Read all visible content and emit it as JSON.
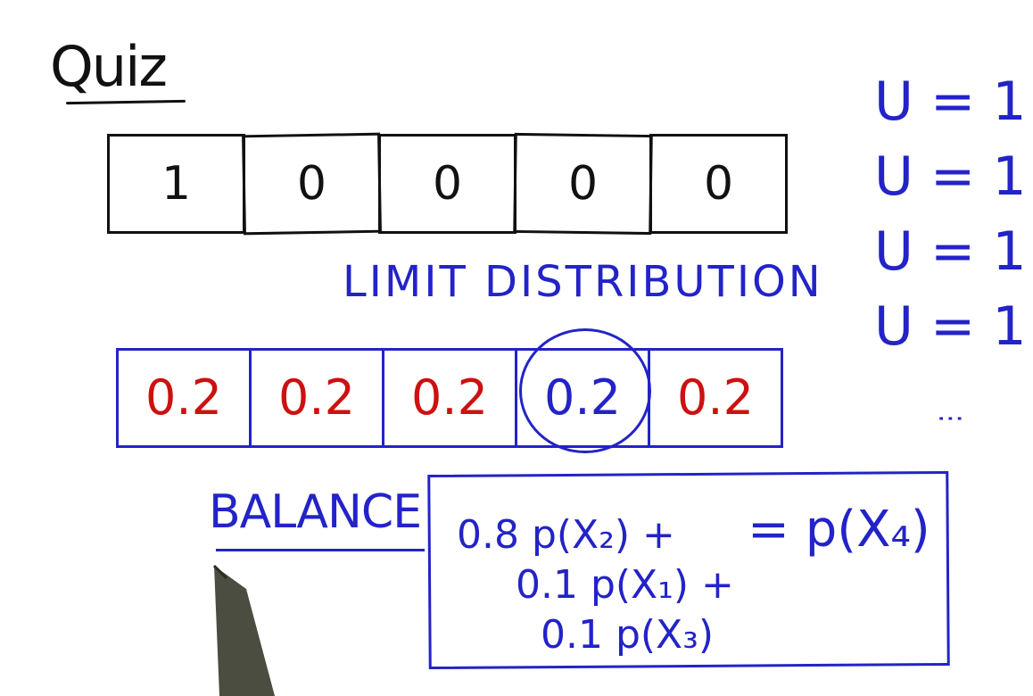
{
  "title": "Quiz",
  "states": [
    "1",
    "0",
    "0",
    "0",
    "0"
  ],
  "limit_label": "LIMIT DISTRIBUTION",
  "distribution": [
    "0.2",
    "0.2",
    "0.2",
    "0.2",
    "0.2"
  ],
  "u_values": [
    "U = 1",
    "U = 1",
    "U = 1",
    "U = 1"
  ],
  "dots": "⋮",
  "balance_label": "BALANCE",
  "equation": {
    "term1": "0.8 p(X₂) +",
    "term2": "0.1 p(X₁) +",
    "term3": "0.1 p(X₃)",
    "rhs": "= p(X₄)"
  },
  "colors": {
    "ink": "#111111",
    "blue": "#2323c8",
    "red": "#cc1111"
  }
}
